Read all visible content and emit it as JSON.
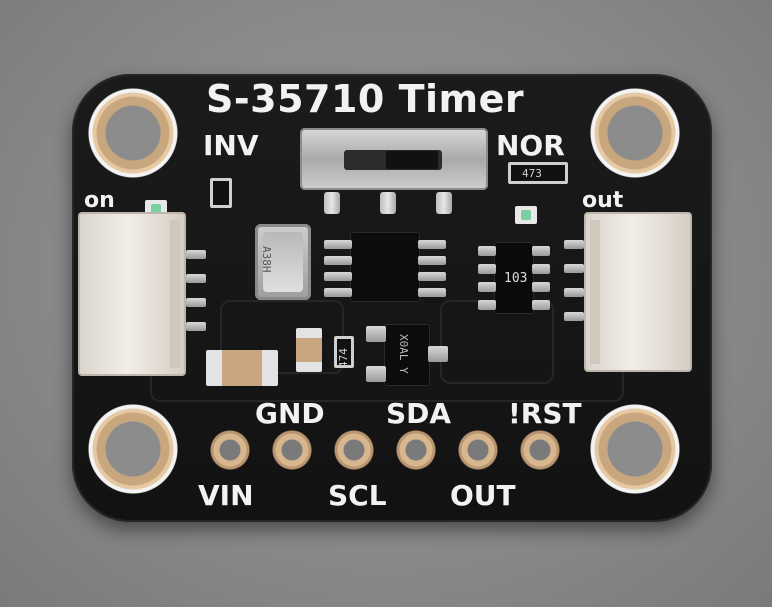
{
  "board": {
    "title": "S-35710 Timer",
    "labels": {
      "inv": "INV",
      "nor": "NOR",
      "on": "on",
      "out_top": "out",
      "gnd": "GND",
      "sda": "SDA",
      "rst": "!RST",
      "vin": "VIN",
      "scl": "SCL",
      "out_bottom": "OUT"
    },
    "component_marks": {
      "resistor_array": "103",
      "resistor_small": "473",
      "cap": "474",
      "transistor": "X0AL Y",
      "crystal": "A38H"
    }
  },
  "colors": {
    "pcb": "#141414",
    "silkscreen": "#f2f2f2",
    "gold": "#d8b78f",
    "background": "#8a8a8a"
  }
}
